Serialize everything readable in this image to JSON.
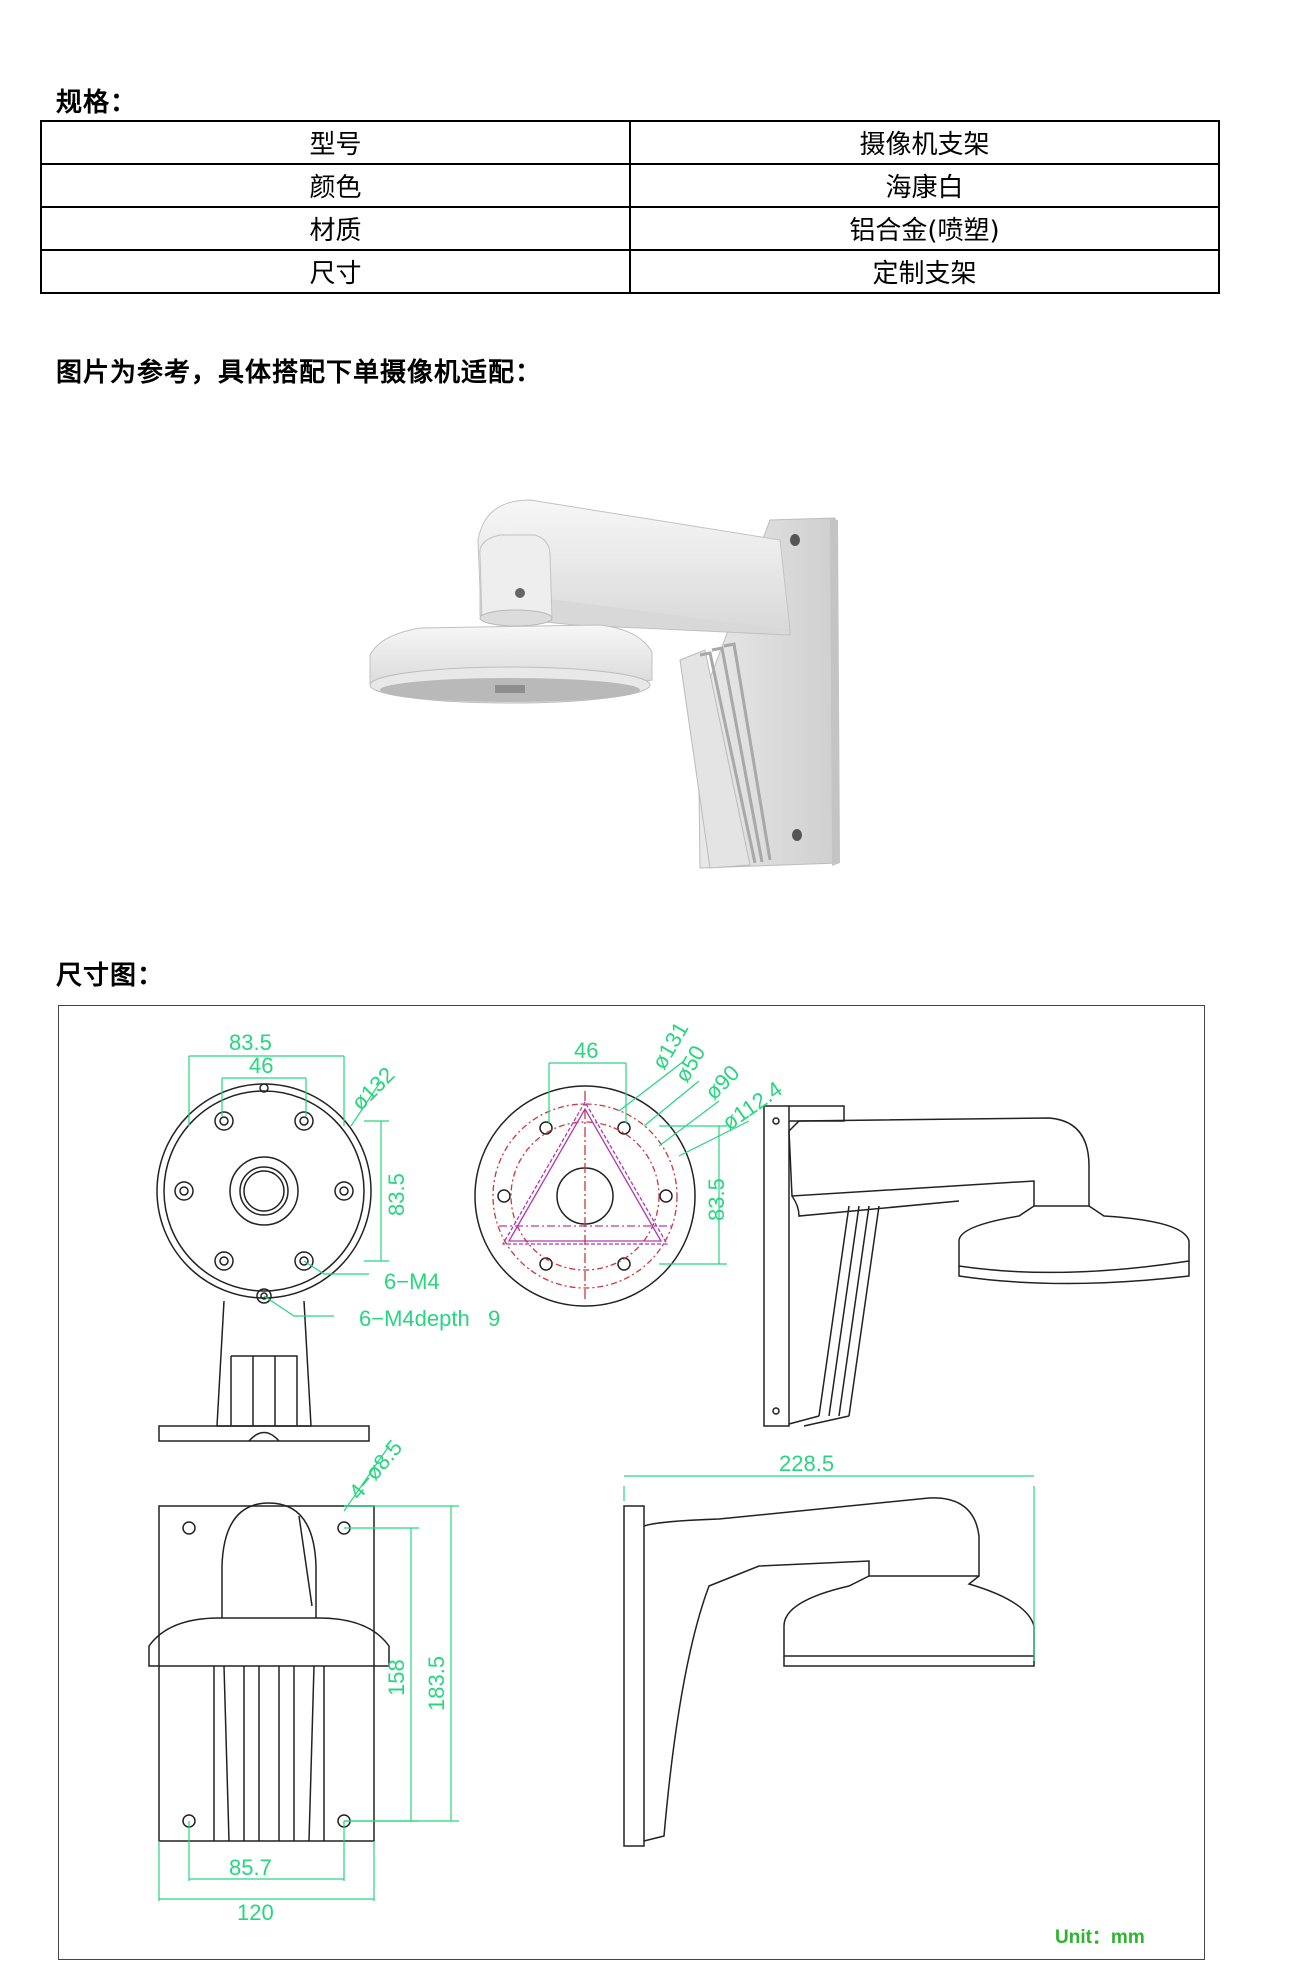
{
  "sections": {
    "spec_heading": "规格：",
    "photo_heading": "图片为参考，具体搭配下单摄像机适配：",
    "drawing_heading": "尺寸图："
  },
  "spec_table": [
    {
      "label": "型号",
      "value": "摄像机支架"
    },
    {
      "label": "颜色",
      "value": "海康白"
    },
    {
      "label": "材质",
      "value": "铝合金(喷塑)"
    },
    {
      "label": "尺寸",
      "value": "定制支架"
    }
  ],
  "drawing": {
    "unit": "Unit：mm",
    "dims": {
      "front_w1": "83.5",
      "front_w2": "46",
      "front_dia": "ø132",
      "front_h": "83.5",
      "front_m4": "6−M4",
      "front_m4depth": "6−M4depth   9",
      "plate_46": "46",
      "plate_d131": "ø131",
      "plate_d50": "ø50",
      "plate_d90": "ø90",
      "plate_d112": "ø112.4",
      "plate_h": "83.5",
      "back_holes": "4−ø8.5",
      "back_h1": "158",
      "back_h2": "183.5",
      "back_w1": "85.7",
      "back_w2": "120",
      "side_len": "228.5"
    }
  },
  "colors": {
    "dimension": "#27d67f",
    "hidden_red": "#c83a3a",
    "hidden_purple": "#b03ab0",
    "unit_green": "#2db52d"
  }
}
